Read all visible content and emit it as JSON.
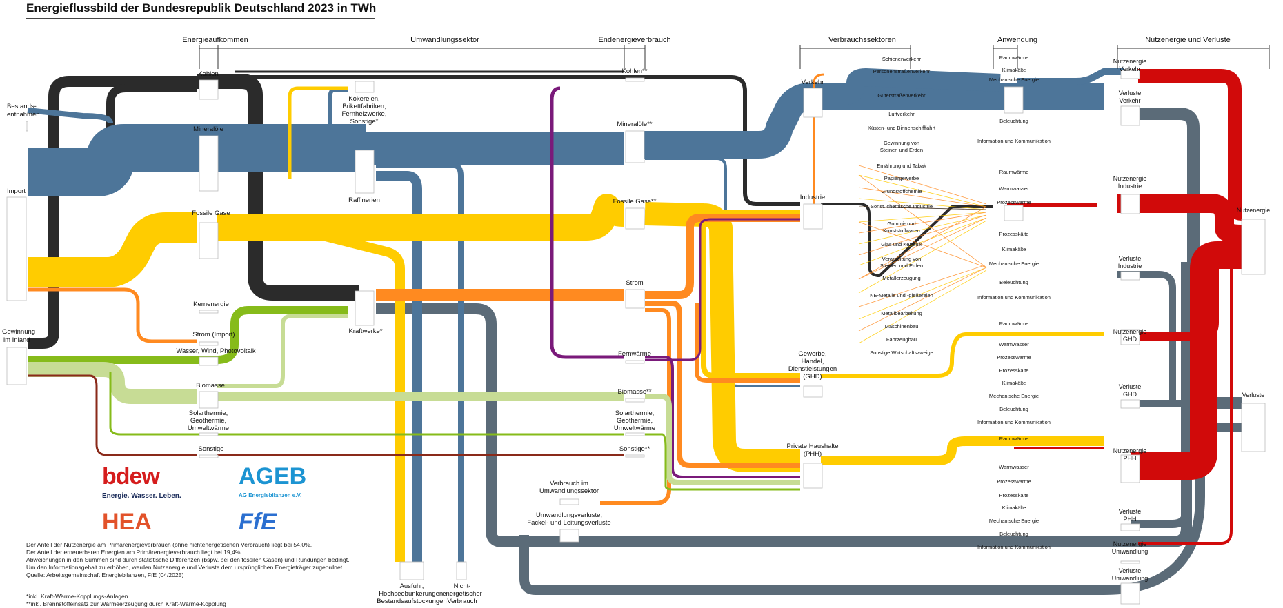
{
  "title": "Energieflussbild der Bundesrepublik Deutschland 2023 in TWh",
  "headers": {
    "energieaufkommen": "Energieaufkommen",
    "umwandlungssektor": "Umwandlungssektor",
    "endenergieverbrauch": "Endenergieverbrauch",
    "verbrauchssektoren": "Verbrauchssektoren",
    "anwendung": "Anwendung",
    "nutzenergie_verluste": "Nutzenergie und Verluste"
  },
  "sources": {
    "bestandsentnahmen": [
      "Bestands-",
      "entnahmen"
    ],
    "import": "Import",
    "gewinnung": [
      "Gewinnung",
      "im Inland"
    ]
  },
  "carriers_left": {
    "kohlen": "Kohlen",
    "mineraloele": "Mineralöle",
    "fossile_gase": "Fossile Gase",
    "kernenergie": "Kernenergie",
    "strom_import": "Strom (Import)",
    "erneuerbar": "Wasser, Wind, Photovoltaik",
    "biomasse": "Biomasse",
    "solarthermie": [
      "Solarthermie,",
      "Geothermie,",
      "Umweltwärme"
    ],
    "sonstige": "Sonstige"
  },
  "conversion": {
    "kokereien": [
      "Kokereien,",
      "Brikettfabriken,",
      "Fernheizwerke,",
      "Sonstige*"
    ],
    "raffinerien": "Raffinerien",
    "kraftwerke": "Kraftwerke*",
    "ausfuhr": [
      "Ausfuhr,",
      "Hochseebunkerungen,",
      "Bestandsaufstockungen"
    ],
    "nichtenergetisch": [
      "Nicht-",
      "energetischer",
      "Verbrauch"
    ],
    "verbrauch_umwandlung": [
      "Verbrauch im",
      "Umwandlungssektor"
    ],
    "umwandlungsverluste": [
      "Umwandlungsverluste,",
      "Fackel- und Leitungsverluste"
    ]
  },
  "final_carriers": {
    "kohlen": "Kohlen**",
    "mineraloele": "Mineralöle**",
    "fossile_gase": "Fossile Gase**",
    "strom": "Strom",
    "fernwaerme": "Fernwärme",
    "biomasse": "Biomasse**",
    "solarthermie": [
      "Solarthermie,",
      "Geothermie,",
      "Umweltwärme"
    ],
    "sonstige": "Sonstige**"
  },
  "sectors": {
    "verkehr": "Verkehr",
    "industrie": "Industrie",
    "ghd": [
      "Gewerbe,",
      "Handel,",
      "Dienstleistungen",
      "(GHD)"
    ],
    "phh": [
      "Private Haushalte",
      "(PHH)"
    ]
  },
  "verkehr_sub": [
    "Schienenverkehr",
    "Personenstraßenverkehr",
    "Güterstraßenverkehr",
    "Luftverkehr",
    "Küsten- und Binnenschifffahrt"
  ],
  "industrie_sub": [
    "Gewinnung von",
    "Steinen und Erden",
    "Ernährung und Tabak",
    "Papiergewerbe",
    "Grundstoffchemie",
    "Sonst. chemische Industrie",
    "Gummi- und",
    "Kunststoffwaren",
    "Glas und Keramik",
    "Verarbeitung von",
    "Steinen und Erden",
    "Metallerzeugung",
    "NE-Metalle und -gießereien",
    "Metallbearbeitung",
    "Maschinenbau",
    "Fahrzeugbau",
    "Sonstige Wirtschaftszweige"
  ],
  "applications": {
    "verkehr": [
      "Raumwärme",
      "Klimakälte",
      "Mechanische Energie",
      "Beleuchtung",
      "Information und Kommunikation"
    ],
    "industrie": [
      "Raumwärme",
      "Warmwasser",
      "Prozesswärme",
      "Prozesskälte",
      "Klimakälte",
      "Mechanische Energie",
      "Beleuchtung",
      "Information und Kommunikation"
    ],
    "ghd": [
      "Raumwärme",
      "Warmwasser",
      "Prozesswärme",
      "Prozesskälte",
      "Klimakälte",
      "Mechanische Energie",
      "Beleuchtung",
      "Information und Kommunikation"
    ],
    "phh": [
      "Raumwärme",
      "Warmwasser",
      "Prozesswärme",
      "Prozesskälte",
      "Klimakälte",
      "Mechanische Energie",
      "Beleuchtung",
      "Information und Kommunikation"
    ]
  },
  "outputs": {
    "nutz_verkehr": [
      "Nutzenergie",
      "Verkehr"
    ],
    "verl_verkehr": [
      "Verluste",
      "Verkehr"
    ],
    "nutz_industrie": [
      "Nutzenergie",
      "Industrie"
    ],
    "verl_industrie": [
      "Verluste",
      "Industrie"
    ],
    "nutz_ghd": [
      "Nutzenergie",
      "GHD"
    ],
    "verl_ghd": [
      "Verluste",
      "GHD"
    ],
    "nutz_phh": [
      "Nutzenergie",
      "PHH"
    ],
    "verl_phh": [
      "Verluste",
      "PHH"
    ],
    "nutz_umw": [
      "Nutzenergie",
      "Umwandlung"
    ],
    "verl_umw": [
      "Verluste",
      "Umwandlung"
    ],
    "nutzenergie": "Nutzenergie",
    "verluste": "Verluste"
  },
  "logos": {
    "bdew": "bdew",
    "bdew_sub": "Energie. Wasser. Leben.",
    "ageb": "AGEB",
    "ageb_sub": "AG Energiebilanzen e.V.",
    "hea": "HEA",
    "ffe": "FfE"
  },
  "notes": [
    "Der Anteil der Nutzenergie am Primärenergieverbrauch (ohne nichtenergetischen Verbrauch) liegt bei 54,0%.",
    "Der Anteil der erneuerbaren Energien am Primärenergieverbrauch liegt bei 19,4%.",
    "Abweichungen in den Summen sind durch statistische Differenzen (bspw. bei den fossilen Gasen) und Rundungen bedingt.",
    "Um den Informationsgehalt zu erhöhen, werden Nutzenergie und Verluste dem ursprünglichen Energieträger zugeordnet.",
    "Quelle: Arbeitsgemeinschaft Energiebilanzen, FfE (04/2025)"
  ],
  "footnotes": [
    "*inkl. Kraft-Wärme-Kopplungs-Anlagen",
    "**inkl. Brennstoffeinsatz zur Wärmeerzeugung durch Kraft-Wärme-Kopplung"
  ],
  "colors": {
    "kohle": "#2b2b2b",
    "oel": "#4d7599",
    "gas": "#ffcc00",
    "strom": "#ff8a20",
    "fernwaerme": "#7a1a7a",
    "erneuerbar": "#86bb1a",
    "biomasse": "#c7dc95",
    "sonstige": "#8a2a1a",
    "nutzenergie": "#d10a0a",
    "verluste": "#5b6b78"
  }
}
